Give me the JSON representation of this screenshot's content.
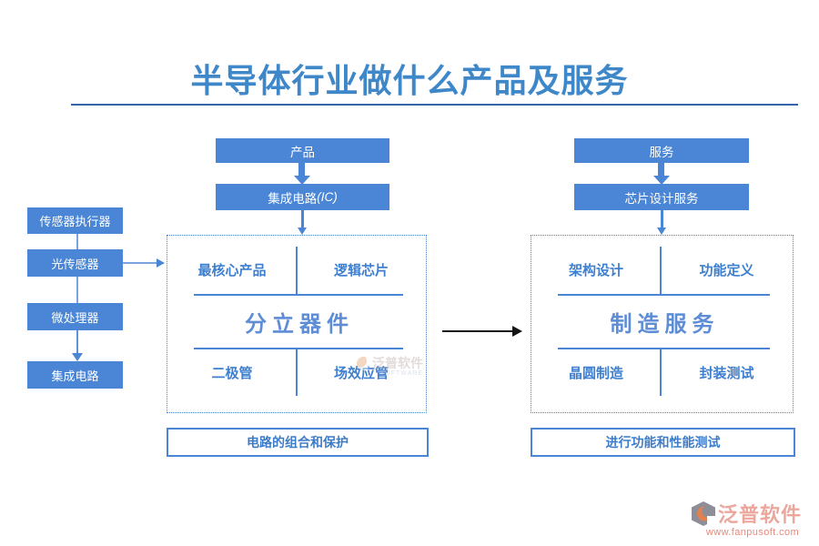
{
  "page": {
    "title": "半导体行业做什么产品及服务"
  },
  "left_chain": {
    "items": [
      "传感器执行器",
      "光传感器",
      "微处理器",
      "集成电路"
    ]
  },
  "product_branch": {
    "root": "产品",
    "child_main": "集成电路",
    "child_suffix": "(IC)",
    "panel": {
      "top_left": "最核心产品",
      "top_right": "逻辑芯片",
      "center": "分立器件",
      "bottom_left": "二极管",
      "bottom_right": "场效应管"
    },
    "note": "电路的组合和保护"
  },
  "service_branch": {
    "root": "服务",
    "child": "芯片设计服务",
    "panel": {
      "top_left": "架构设计",
      "top_right": "功能定义",
      "center": "制造服务",
      "bottom_left": "晶圆制造",
      "bottom_right": "封装测试"
    },
    "note": "进行功能和性能测试"
  },
  "watermark": {
    "text": "泛普软件",
    "sub": "SOFTWARE"
  },
  "logo": {
    "name": "泛普软件",
    "url": "www.fanpusoft.com"
  },
  "colors": {
    "node_blue": "#4a86d5",
    "title_blue": "#3e87c9",
    "rule_blue": "#3463ac",
    "logo_pink": "#eca79d",
    "arrow_black": "#151515"
  }
}
